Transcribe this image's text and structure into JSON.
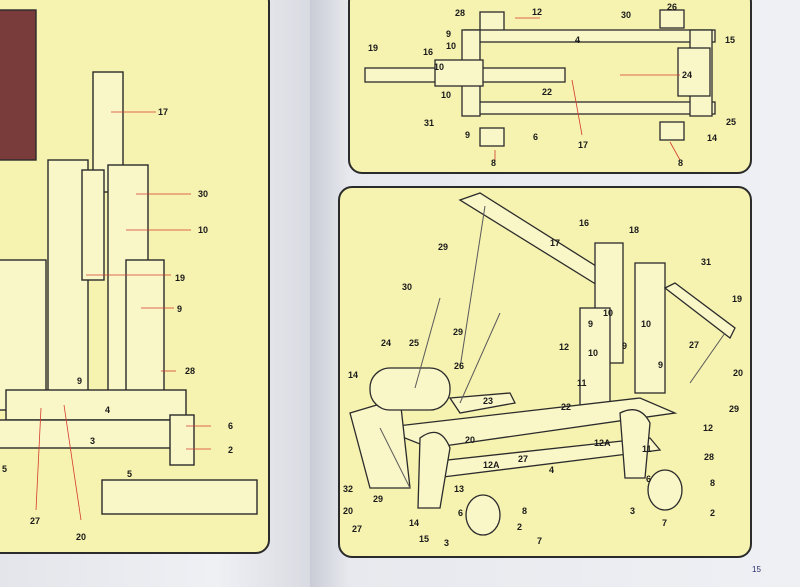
{
  "page_number": "15",
  "left_panel": {
    "labels": [
      "17",
      "30",
      "10",
      "19",
      "9",
      "28",
      "9",
      "4",
      "6",
      "3",
      "2",
      "5",
      "5",
      "27",
      "20"
    ]
  },
  "top_right_panel": {
    "labels": [
      "28",
      "12",
      "9",
      "10",
      "4",
      "15",
      "16",
      "26",
      "30",
      "10",
      "24",
      "19",
      "22",
      "10",
      "31",
      "9",
      "25",
      "6",
      "17",
      "14",
      "8",
      "8"
    ]
  },
  "bottom_right_panel": {
    "labels": [
      "29",
      "17",
      "16",
      "18",
      "30",
      "31",
      "10",
      "19",
      "29",
      "9",
      "10",
      "12",
      "9",
      "10",
      "24",
      "25",
      "27",
      "26",
      "9",
      "11",
      "20",
      "14",
      "23",
      "22",
      "29",
      "20",
      "12",
      "27",
      "12A",
      "32",
      "11",
      "28",
      "4",
      "12A",
      "29",
      "13",
      "6",
      "8",
      "20",
      "27",
      "14",
      "6",
      "3",
      "8",
      "2",
      "7",
      "15",
      "3",
      "2",
      "7"
    ]
  },
  "colors": {
    "panel_fill": "#f6f2b0",
    "label_color": "#1a1a1a",
    "leader_color": "#d33a2c",
    "outline": "#2b2b2b"
  }
}
